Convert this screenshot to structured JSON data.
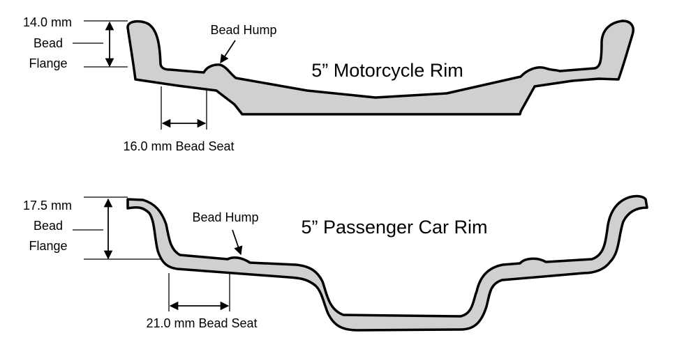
{
  "motorcycle": {
    "title": "5” Motorcycle Rim",
    "flange_value": "14.0 mm",
    "flange_word1": "Bead",
    "flange_word2": "Flange",
    "hump_label": "Bead Hump",
    "seat_label": "16.0 mm Bead Seat"
  },
  "car": {
    "title": "5” Passenger Car Rim",
    "flange_value": "17.5 mm",
    "flange_word1": "Bead",
    "flange_word2": "Flange",
    "hump_label": "Bead Hump",
    "seat_label": "21.0 mm Bead Seat"
  }
}
